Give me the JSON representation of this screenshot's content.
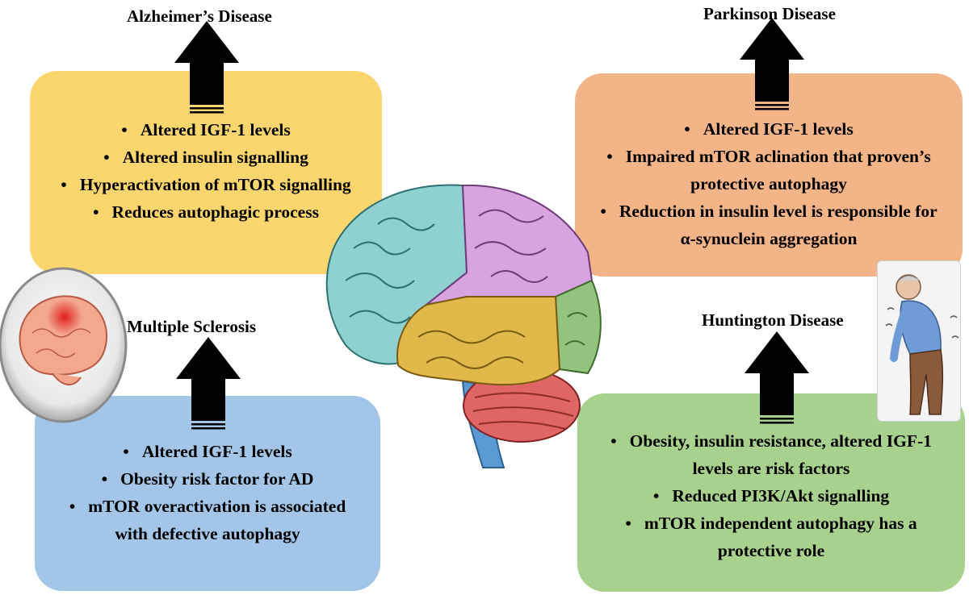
{
  "colors": {
    "alzheimers": "#fbd66f",
    "parkinson": "#f3b488",
    "multiple_sclerosis": "#a3c6e8",
    "huntington": "#a9d18e"
  },
  "icons": [
    "up-arrow-icon",
    "brain-illustration",
    "inflamed-brain-icon",
    "elderly-person-icon"
  ],
  "diseases": [
    {
      "id": "alzheimers",
      "title": "Alzheimer’s Disease",
      "points": [
        "Altered IGF-1 levels",
        "Altered insulin signalling",
        "Hyperactivation of mTOR signalling",
        "Reduces autophagic process"
      ]
    },
    {
      "id": "parkinson",
      "title": "Parkinson Disease",
      "points": [
        "Altered IGF-1 levels",
        "Impaired mTOR aclination that proven’s protective autophagy",
        "Reduction in insulin level is responsible for α-synuclein aggregation"
      ]
    },
    {
      "id": "multiple_sclerosis",
      "title": "Multiple Sclerosis",
      "points": [
        "Altered IGF-1 levels",
        "Obesity risk factor for AD",
        "mTOR overactivation is associated with defective autophagy"
      ]
    },
    {
      "id": "huntington",
      "title": "Huntington Disease",
      "points": [
        "Obesity, insulin resistance, altered IGF-1 levels are risk factors",
        "Reduced PI3K/Akt signalling",
        "mTOR independent autophagy has a protective role"
      ]
    }
  ]
}
